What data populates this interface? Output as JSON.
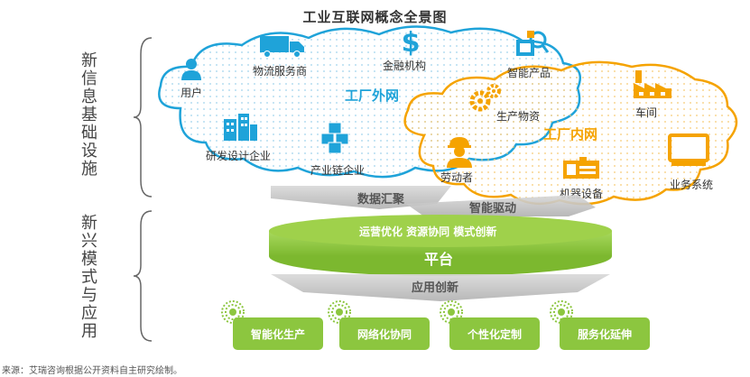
{
  "title": "工业互联网概念全景图",
  "side_labels": {
    "top": [
      "新",
      "信",
      "息",
      "基",
      "础",
      "设",
      "施"
    ],
    "bottom": [
      "新",
      "兴",
      "模",
      "式",
      "与",
      "应",
      "用"
    ]
  },
  "outer_cloud": {
    "title": "工厂外网",
    "items": {
      "user": "用户",
      "logistics": "物流服务商",
      "finance": "金融机构",
      "smart_product": "智能产品",
      "rd": "研发设计企业",
      "chain": "产业链企业"
    }
  },
  "inner_cloud": {
    "title": "工厂内网",
    "items": {
      "materials": "生产物资",
      "workshop": "车间",
      "worker": "劳动者",
      "machine": "机器设备",
      "business": "业务系统"
    }
  },
  "flows": {
    "aggregate": "数据汇聚",
    "drive": "智能驱动",
    "apply": "应用创新"
  },
  "platform": {
    "top_text": "运营优化 资源协同 模式创新",
    "label": "平台"
  },
  "modes": [
    "智能化生产",
    "网络化协同",
    "个性化定制",
    "服务化延伸"
  ],
  "source": "来源：艾瑞咨询根据公开资料自主研究绘制。",
  "colors": {
    "blue": "#1fa3d9",
    "orange": "#f5a300",
    "green": "#8cc63f",
    "gray": "#b8b8b8"
  }
}
